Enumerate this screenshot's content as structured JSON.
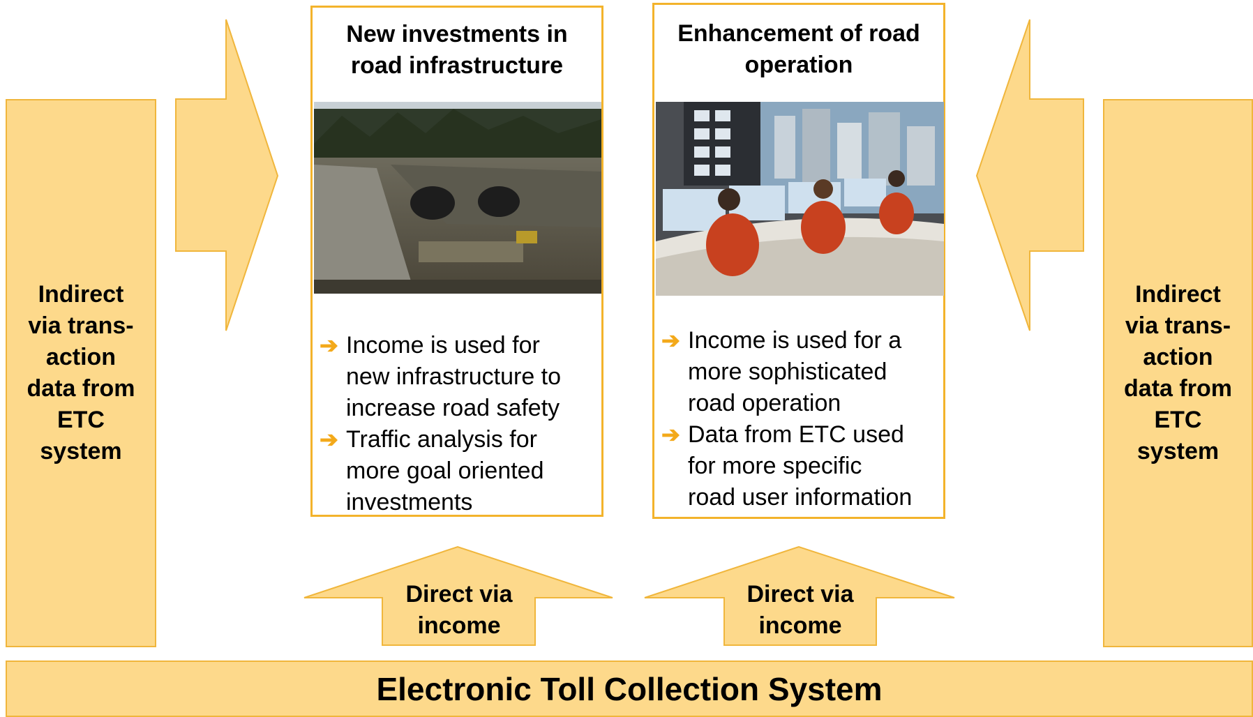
{
  "side_left": {
    "lines": [
      "Indirect",
      "via trans-",
      "action",
      "data from",
      "ETC",
      "system"
    ]
  },
  "side_right": {
    "lines": [
      "Indirect",
      "via trans-",
      "action",
      "data from",
      "ETC",
      "system"
    ]
  },
  "base": {
    "label": "Electronic Toll Collection System"
  },
  "card_left": {
    "title_lines": [
      "New investments in",
      "road infrastructure"
    ],
    "bullets": [
      [
        "Income is used for",
        "new infrastructure to",
        "increase road safety"
      ],
      [
        "Traffic analysis for",
        "more goal oriented",
        "investments"
      ]
    ]
  },
  "card_right": {
    "title_lines": [
      "Enhancement of road",
      "operation"
    ],
    "bullets": [
      [
        "Income is used for a",
        "more sophisticated",
        "road operation"
      ],
      [
        "Data from ETC used",
        "for more specific",
        "road user information"
      ]
    ]
  },
  "arrow_up_left": {
    "lines": [
      "Direct via",
      "income"
    ]
  },
  "arrow_up_right": {
    "lines": [
      "Direct via",
      "income"
    ]
  },
  "colors": {
    "fill": "#fdd98b",
    "border": "#f0b63c",
    "card_border": "#f3b32b",
    "bullet_arrow": "#f3a91a"
  },
  "icons": {
    "bullet": "right-arrow-icon"
  }
}
